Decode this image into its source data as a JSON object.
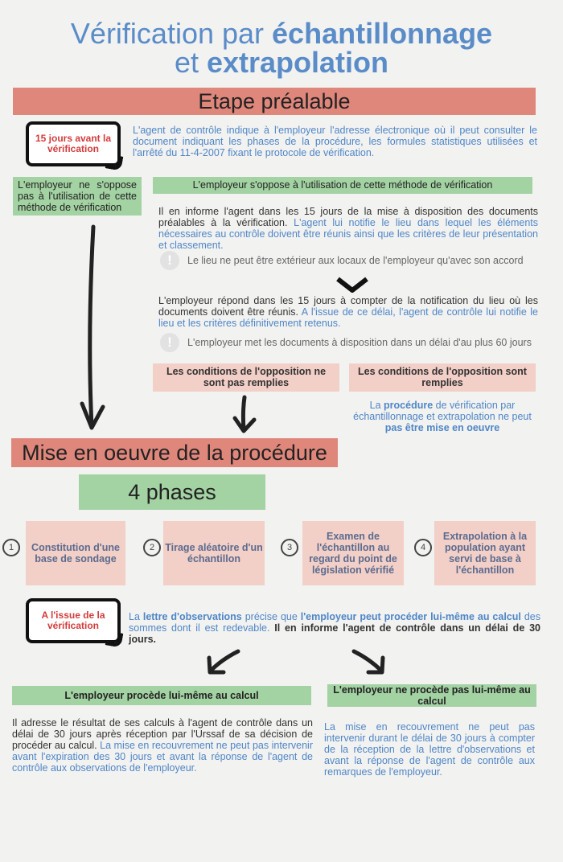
{
  "title": {
    "line1_plain": "Vérification par ",
    "line1_bold": "échantillonnage",
    "line2_plain": "et ",
    "line2_bold": "extrapolation"
  },
  "etape": {
    "heading": "Etape préalable",
    "flag_label": "15 jours avant la vérification",
    "intro": "L'agent de contrôle indique à l'employeur l'adresse électronique où il peut consulter le document indiquant les phases de la procédure, les formules statistiques utilisées et l'arrêté du 11-4-2007 fixant le protocole de vérification."
  },
  "branch_left": {
    "label": "L'employeur ne s'oppose pas à l'utilisation de cette méthode de vérification"
  },
  "branch_right": {
    "label": "L'employeur s'oppose à l'utilisation de cette méthode de vérification",
    "p1_dark": "Il en informe l'agent dans les 15 jours de la mise à disposition des documents préalables à la vérification.",
    "p1_blue": "L'agent lui notifie le lieu dans lequel les éléments nécessaires au contrôle doivent être réunis ainsi que les critères de leur présentation et classement.",
    "note1": "Le lieu ne peut être extérieur aux locaux de l'employeur qu'avec son accord",
    "p2_dark": "L'employeur répond dans les 15 jours à compter de la notification du lieu où les documents doivent être réunis.",
    "p2_blue": "A l'issue de ce délai, l'agent de contrôle lui notifie le lieu et les critères définitivement retenus.",
    "note2": "L'employeur met les documents à disposition dans un délai d'au plus 60 jours",
    "cond_not_met": "Les conditions de l'opposition ne sont pas remplies",
    "cond_met": "Les conditions de l'opposition sont remplies",
    "result_1": "La ",
    "result_2": "procédure",
    "result_3": " de vérification par échantillonnage et extrapolation ne peut ",
    "result_4": "pas être mise en oeuvre"
  },
  "mise": {
    "heading": "Mise en oeuvre de la procédure",
    "phases_title": "4 phases",
    "phases": [
      {
        "num": "1",
        "label": "Constitution d'une base de sondage"
      },
      {
        "num": "2",
        "label": "Tirage aléatoire d'un échantillon"
      },
      {
        "num": "3",
        "label": "Examen de l'échantillon au regard du point de législation vérifié"
      },
      {
        "num": "4",
        "label": "Extrapolation à la population ayant servi de base à l'échantillon"
      }
    ]
  },
  "issue": {
    "flag_label": "A l'issue de la vérification",
    "t1": "La ",
    "t2": "lettre d'observations",
    "t3": " précise que ",
    "t4": "l'employeur peut procéder lui-même au calcul",
    "t5": " des sommes dont il est redevable. ",
    "t6": "Il en informe l'agent de contrôle dans un délai de 30 jours."
  },
  "final_left": {
    "label": "L'employeur procède lui-même au calcul",
    "p_dark": "Il adresse le résultat de ses calculs à l'agent de contrôle dans un délai de 30 jours après réception par l'Urssaf de sa décision de procéder au calcul.",
    "p_blue": "La mise en recouvrement ne peut pas intervenir avant l'expiration des 30 jours et avant la réponse de l'agent de contrôle aux observations de l'employeur."
  },
  "final_right": {
    "label": "L'employeur ne procède pas lui-même au calcul",
    "p_blue": "La mise en recouvrement ne peut pas intervenir durant le délai de 30 jours à compter de la réception de la lettre d'observations et avant la réponse de l'agent de contrôle aux remarques de l'employeur."
  },
  "colors": {
    "blue": "#4f86c6",
    "red": "#e0877c",
    "green": "#a3d2a3",
    "pink": "#f2cfc7",
    "flag_red": "#d33b3b"
  },
  "icons": {
    "warning": "exclamation-circle-icon",
    "arrow": "hand-drawn-arrow-icon",
    "chevron": "chevron-down-icon"
  }
}
